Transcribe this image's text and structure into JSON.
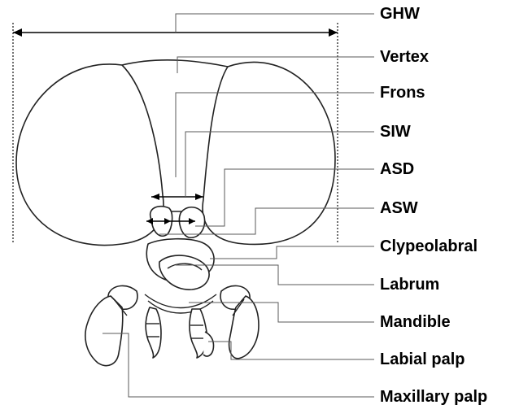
{
  "labels": {
    "ghw": "GHW",
    "vertex": "Vertex",
    "frons": "Frons",
    "siw": "SIW",
    "asd": "ASD",
    "asw": "ASW",
    "clypeolabral": "Clypeolabral",
    "labrum": "Labrum",
    "mandible": "Mandible",
    "labial_palp": "Labial palp",
    "maxillary_palp": "Maxillary palp"
  },
  "colors": {
    "ink": "#000000",
    "outline": "#222222",
    "leader": "#5a5a5a",
    "background": "#ffffff"
  }
}
